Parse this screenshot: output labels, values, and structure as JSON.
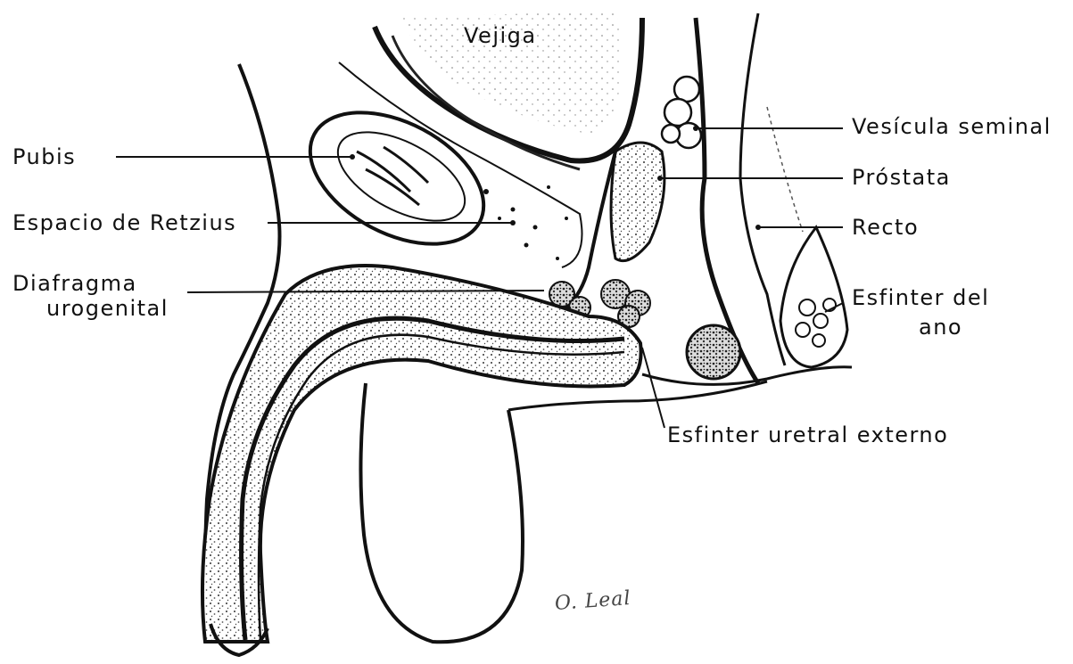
{
  "labels": {
    "vejiga": "Vejiga",
    "pubis": "Pubis",
    "espacio_retzius": "Espacio de Retzius",
    "diafragma_line1": "Diafragma",
    "diafragma_line2": "urogenital",
    "vesicula": "Vesícula seminal",
    "prostata": "Próstata",
    "recto": "Recto",
    "esfinter_ano_line1": "Esfinter del",
    "esfinter_ano_line2": "ano",
    "esfinter_uretral": "Esfinter uretral externo"
  },
  "signature": "O. Leal",
  "colors": {
    "ink": "#111111",
    "background": "#ffffff"
  }
}
